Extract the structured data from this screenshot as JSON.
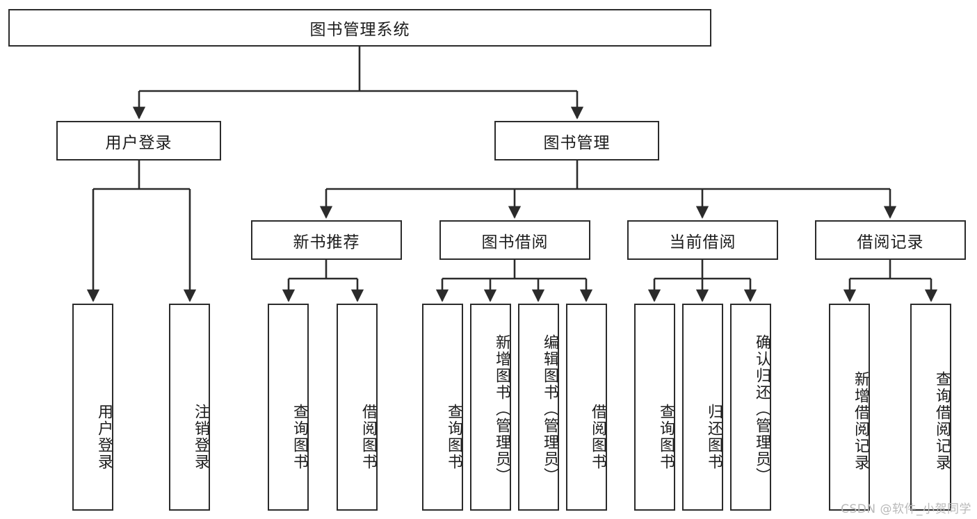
{
  "diagram": {
    "title_node": {
      "label": "图书管理系统"
    },
    "level2": [
      {
        "id": "user-login",
        "label": "用户登录"
      },
      {
        "id": "book-management",
        "label": "图书管理"
      }
    ],
    "level3": [
      {
        "id": "new-book-recommend",
        "label": "新书推荐"
      },
      {
        "id": "book-borrow",
        "label": "图书借阅"
      },
      {
        "id": "current-borrow",
        "label": "当前借阅"
      },
      {
        "id": "borrow-record",
        "label": "借阅记录"
      }
    ],
    "leaves": [
      {
        "id": "leaf-user-login",
        "label": "用户登录"
      },
      {
        "id": "leaf-logout-login",
        "label": "注销登录"
      },
      {
        "id": "leaf-query-book-1",
        "label": "查询图书"
      },
      {
        "id": "leaf-borrow-book-1",
        "label": "借阅图书"
      },
      {
        "id": "leaf-query-book-2",
        "label": "查询图书"
      },
      {
        "id": "leaf-add-book",
        "label": "新增图书（管理员）"
      },
      {
        "id": "leaf-edit-book",
        "label": "编辑图书（管理员）"
      },
      {
        "id": "leaf-borrow-book-2",
        "label": "借阅图书"
      },
      {
        "id": "leaf-query-book-3",
        "label": "查询图书"
      },
      {
        "id": "leaf-return-book",
        "label": "归还图书"
      },
      {
        "id": "leaf-confirm-return",
        "label": "确认归还（管理员）"
      },
      {
        "id": "leaf-add-borrow-record",
        "label": "新增借阅记录"
      },
      {
        "id": "leaf-query-borrow-record",
        "label": "查询借阅记录"
      }
    ]
  },
  "watermark": {
    "text": "CSDN @软件_小贺同学"
  },
  "colors": {
    "stroke": "#2b2b2b",
    "background": "#ffffff",
    "text": "#1c1c1c",
    "watermark": "#b9b9b9"
  }
}
